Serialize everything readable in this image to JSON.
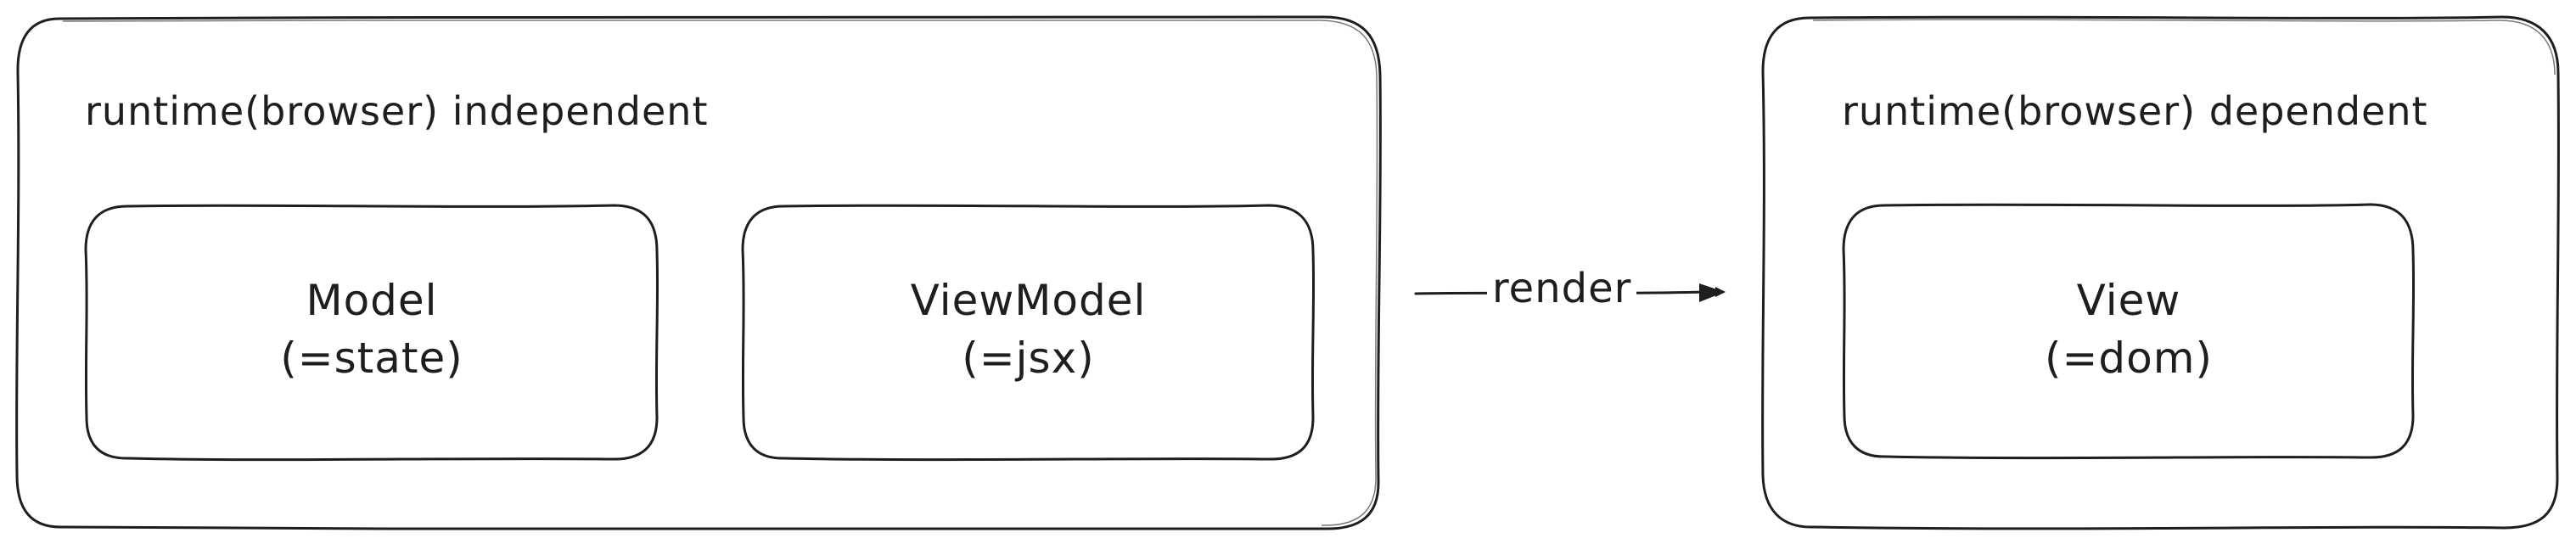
{
  "containers": [
    {
      "title": "runtime(browser) independent"
    },
    {
      "title": "runtime(browser) dependent"
    }
  ],
  "boxes": {
    "model": {
      "line1": "Model",
      "line2": "(=state)"
    },
    "viewmodel": {
      "line1": "ViewModel",
      "line2": "(=jsx)"
    },
    "view": {
      "line1": "View",
      "line2": "(=dom)"
    }
  },
  "edge": {
    "label": "render"
  },
  "colors": {
    "stroke": "#1e1e1e",
    "background": "#ffffff"
  }
}
